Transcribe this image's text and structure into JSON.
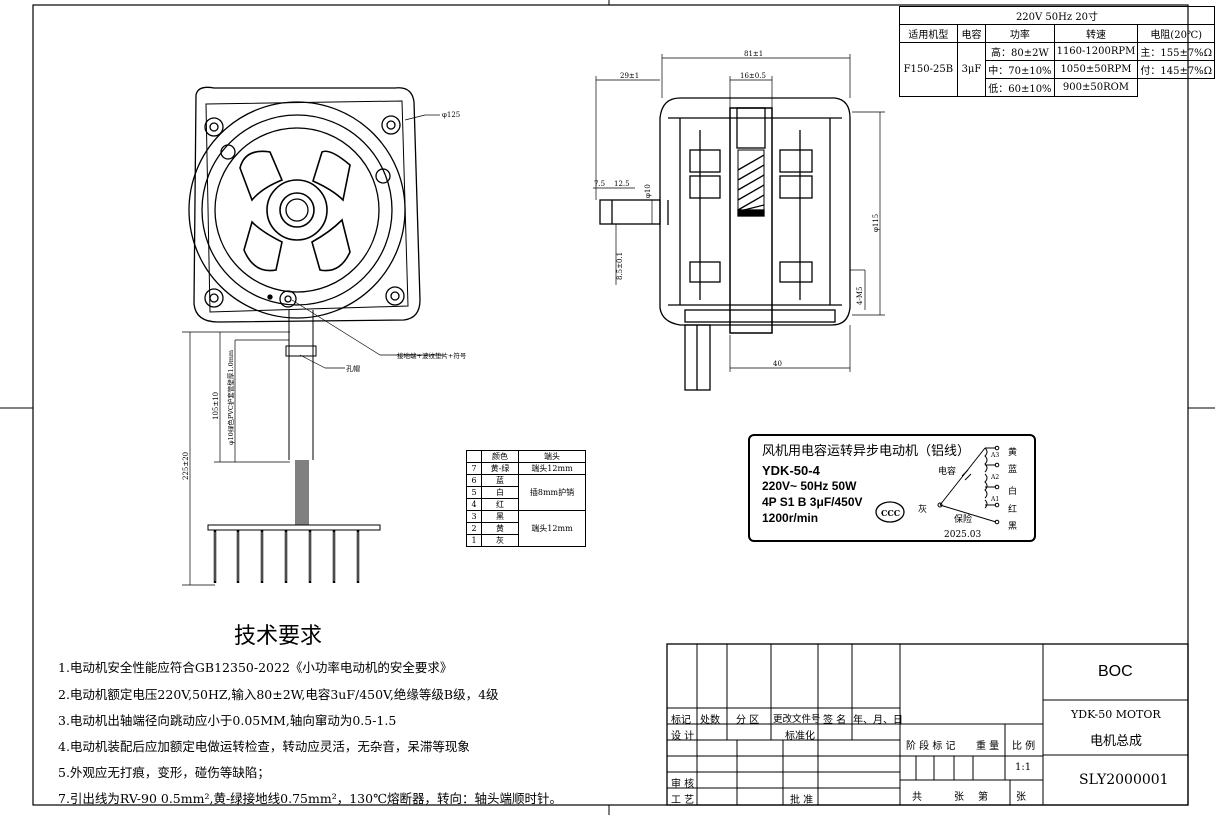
{
  "spec_table": {
    "header": "220V 50Hz 20寸",
    "columns": [
      "适用机型",
      "电容",
      "功率",
      "转速",
      "电阻(20℃)"
    ],
    "model": "F150-25B",
    "capacitor": "3μF",
    "rows": [
      {
        "power": "高：80±2W",
        "speed": "1160-1200RPM",
        "resistance": "主：155±7%Ω"
      },
      {
        "power": "中：70±10%",
        "speed": "1050±50RPM",
        "resistance": "付：145±7%Ω"
      },
      {
        "power": "低：60±10%",
        "speed": "900±50ROM",
        "resistance": ""
      }
    ]
  },
  "dimensions": {
    "d125": "φ125",
    "d81": "81±1",
    "d29": "29±1",
    "d16": "16±0.5",
    "d7_5": "7.5",
    "d12_5": "12.5",
    "d10": "φ10",
    "d8_5": "8.5±0.1",
    "d115": "φ115",
    "d4": "4-M5",
    "d40": "40",
    "d105": "105±10",
    "d225": "225±20",
    "d_sleeve": "φ10绿色PVC护套管壁厚1.0mm",
    "callout_ground": "接地端+波纹垫片+符号",
    "callout_hole": "孔帽"
  },
  "wire_table": {
    "header": [
      "",
      "颜色",
      "端头"
    ],
    "rows": [
      {
        "no": "7",
        "color": "黄-绿",
        "end": "端头12mm"
      },
      {
        "no": "6",
        "color": "蓝",
        "end": ""
      },
      {
        "no": "5",
        "color": "白",
        "end": "插8mm护销"
      },
      {
        "no": "4",
        "color": "红",
        "end": ""
      },
      {
        "no": "3",
        "color": "黑",
        "end": ""
      },
      {
        "no": "2",
        "color": "黄",
        "end": "端头12mm"
      },
      {
        "no": "1",
        "color": "灰",
        "end": ""
      }
    ]
  },
  "nameplate": {
    "title": "风机用电容运转异步电动机（铝线）",
    "model": "YDK-50-4",
    "line1": "220V~ 50Hz 50W",
    "line2": "4P S1  B 3μF/450V",
    "line3": "1200r/min",
    "cert": "CCC",
    "date": "2025.03",
    "capacitor_label": "电容",
    "grey_label": "灰",
    "fuse_label": "保险",
    "wires": [
      "黄",
      "蓝",
      "白",
      "红",
      "黑"
    ],
    "coils": [
      "A3",
      "A2",
      "A1"
    ]
  },
  "requirements": {
    "title": "技术要求",
    "items": [
      "1.电动机安全性能应符合GB12350-2022《小功率电动机的安全要求》",
      "2.电动机额定电压220V,50HZ,输入80±2W,电容3uF/450V,绝缘等级B级，4级",
      "3.电动机出轴端径向跳动应小于0.05MM,轴向窜动为0.5-1.5",
      "4.电动机装配后应加额定电做运转检查，转动应灵活，无杂音，呆滞等现象",
      "5.外观应无打痕，变形，碰伤等缺陷；",
      "7.引出线为RV-90 0.5mm²,黄-绿接地线0.75mm²，130℃熔断器，转向：轴头端顺时针。"
    ]
  },
  "title_block": {
    "company": "BOC",
    "product": "YDK-50 MOTOR",
    "drawing_name": "电机总成",
    "drawing_no": "SLY2000001",
    "scale": "1:1",
    "labels": {
      "mark": "标记",
      "count": "处数",
      "zone": "分 区",
      "doc_no": "更改文件号",
      "sign": "签 名",
      "date": "年、月、日",
      "design": "设 计",
      "standard": "标准化",
      "stage": "阶 段 标 记",
      "weight": "重 量",
      "ratio": "比 例",
      "review": "审 核",
      "process": "工 艺",
      "approve": "批 准",
      "total": "共",
      "sheet_unit": "张",
      "no": "第",
      "sheet_unit2": "张"
    }
  }
}
